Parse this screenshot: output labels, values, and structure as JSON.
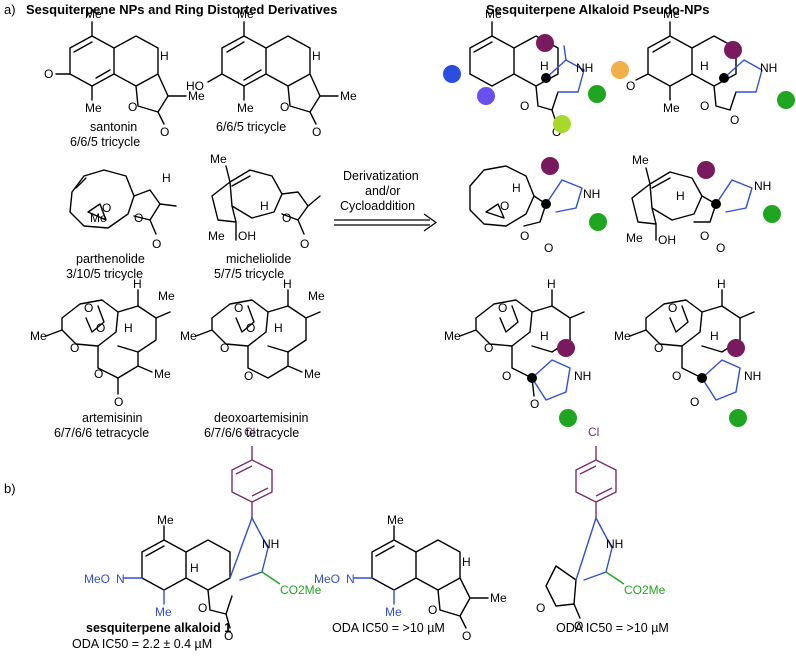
{
  "panel_a": {
    "label": "a)",
    "left_title": "Sesquiterpene NPs and Ring Distorted Derivatives",
    "right_title": "Sesquiterpene Alkaloid Pseudo-NPs",
    "arrow_label_line1": "Derivatization",
    "arrow_label_line2": "and/or",
    "arrow_label_line3": "Cycloaddition",
    "compounds": [
      {
        "name": "santonin",
        "rings": "6/6/5 tricycle"
      },
      {
        "name": "",
        "rings": "6/6/5 tricycle"
      },
      {
        "name": "parthenolide",
        "rings": "3/10/5 tricycle"
      },
      {
        "name": "micheliolide",
        "rings": "5/7/5 tricycle"
      },
      {
        "name": "artemisinin",
        "rings": "6/7/6/6 tetracycle"
      },
      {
        "name": "deoxoartemisinin",
        "rings": "6/7/6/6 tetracycle"
      }
    ],
    "atoms": {
      "me": "Me",
      "h": "H",
      "o": "O",
      "ho": "HO",
      "oh": "OH",
      "nh": "NH"
    },
    "colors": {
      "dark_purple": "#7a1a5e",
      "blue": "#2a4fe0",
      "violet": "#6a4ff0",
      "lime": "#a8d82a",
      "green": "#1fa51f",
      "orange": "#f2b04a"
    }
  },
  "panel_b": {
    "label": "b)",
    "atoms": {
      "cl": "Cl",
      "meo": "MeO",
      "n": "N",
      "me": "Me",
      "h": "H",
      "nh": "NH",
      "co2me": "CO2Me",
      "o": "O"
    },
    "compounds": [
      {
        "name": "sesquiterpene alkaloid 1",
        "activity": "ODA IC50 = 2.2 ± 0.4 µM"
      },
      {
        "name": "",
        "activity": "ODA IC50 = >10 µM"
      },
      {
        "name": "",
        "activity": "ODA IC50 = >10 µM"
      }
    ]
  }
}
